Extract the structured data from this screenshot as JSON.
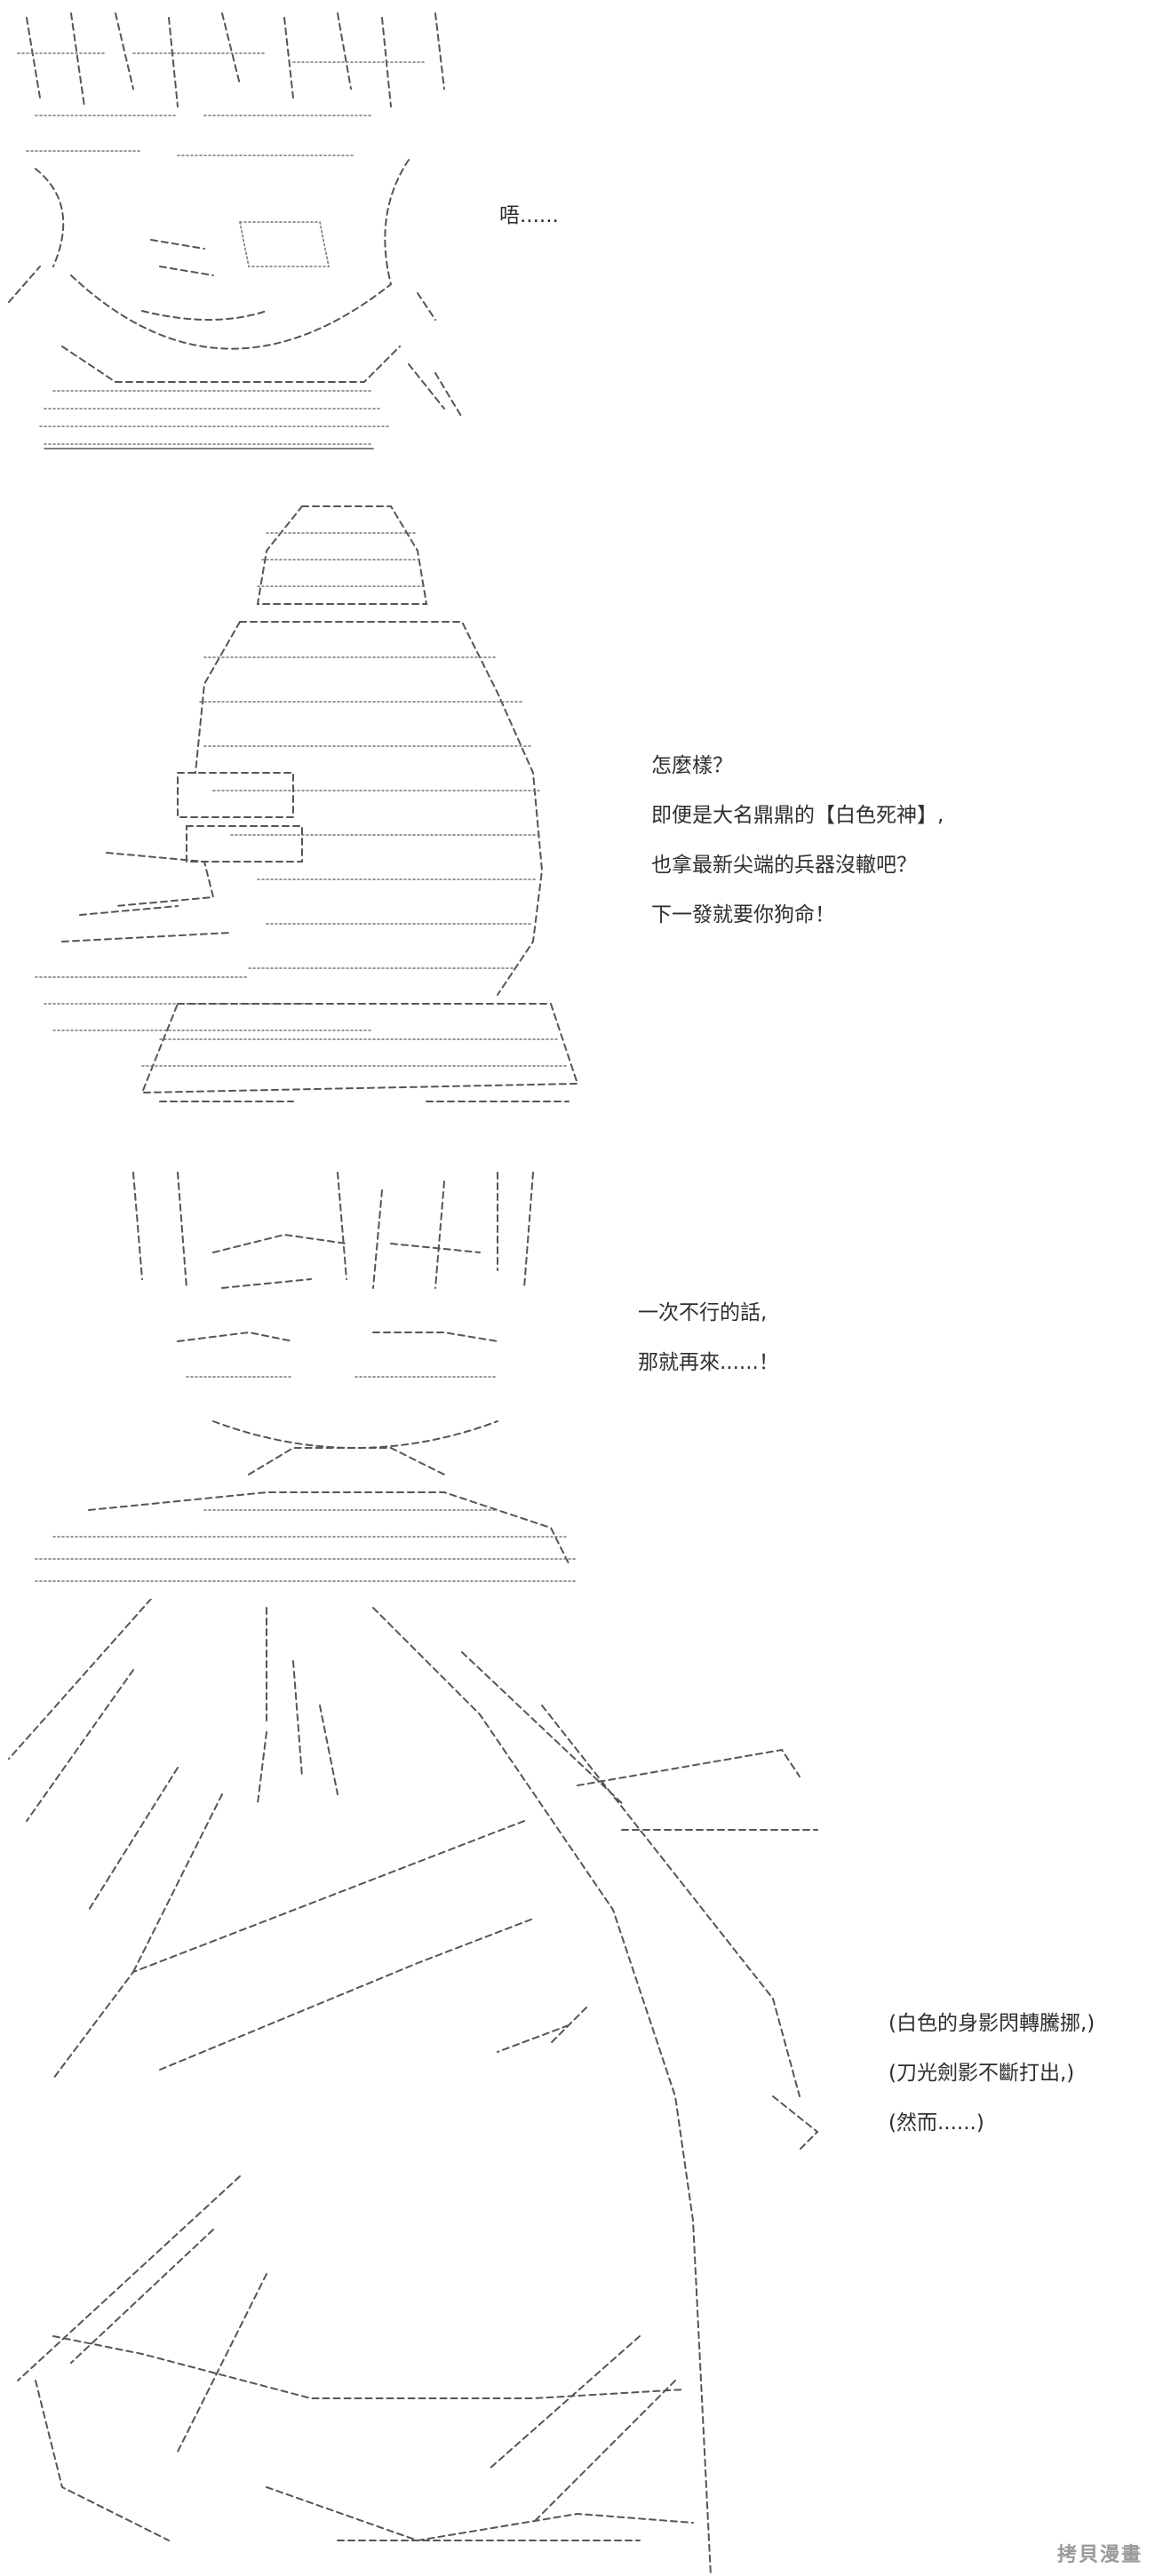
{
  "panels": [
    {
      "id": "panel-1",
      "lines": [
        "唔......"
      ]
    },
    {
      "id": "panel-2",
      "lines": [
        "怎麼樣？",
        "即便是大名鼎鼎的【白色死神】,",
        "也拿最新尖端的兵器沒轍吧？",
        "下一發就要你狗命！"
      ]
    },
    {
      "id": "panel-3",
      "lines": [
        "一次不行的話,",
        "那就再來......！"
      ]
    },
    {
      "id": "panel-4",
      "lines": [
        "(白色的身影閃轉騰挪,)",
        "(刀光劍影不斷打出,)",
        "(然而......)"
      ]
    }
  ],
  "watermark": "拷貝漫畫"
}
